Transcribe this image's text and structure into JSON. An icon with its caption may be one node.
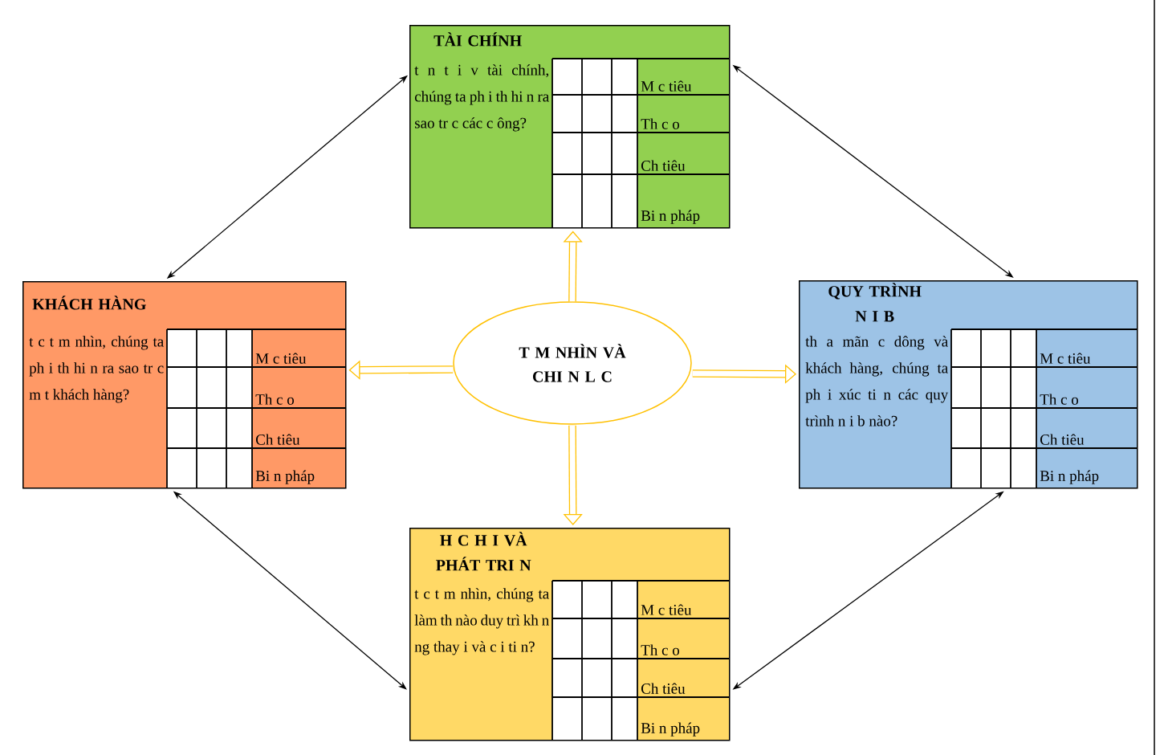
{
  "diagram": {
    "nodes": [
      {
        "text": [
          "TÀI CHÍNH",
          "t n t i v tài chính, chúng ta ph i th hi n ra sao tr c các c ông?",
          "M c tiêu",
          "Th c o",
          "Ch tiêu",
          "Bi n pháp"
        ]
      },
      {
        "text": [
          "KHÁCH HÀNG",
          "t c t m nhìn, chúng ta ph i th hi n ra sao tr c m t khách hàng?",
          "M c tiêu",
          "Th c o",
          "Ch tiêu",
          "Bi n pháp"
        ]
      },
      {
        "text": [
          "T M NHÌN VÀ CHI N L C"
        ]
      },
      {
        "text": [
          "QUY TRÌNH N I B",
          "th a mãn c dông và khách hàng, chúng ta ph i xúc ti n các quy trình n i b nào?",
          "M c tiêu",
          "Th c o",
          "Ch tiêu",
          "Bi n pháp"
        ]
      },
      {
        "text": [
          "H C H I VÀ PHÁT TRI N",
          "t c t m nhìn, chúng ta làm th nào duy trì kh n ng thay i và c i ti n?",
          "M c tiêu",
          "Th c o",
          "Ch tiêu",
          "Bi n pháp"
        ]
      }
    ],
    "edges": [
      {
        "from": 2,
        "to": 0,
        "arrow": "to",
        "style": "thick",
        "color": "#ffc000"
      },
      {
        "from": 2,
        "to": 1,
        "arrow": "to",
        "style": "thick",
        "color": "#ffc000"
      },
      {
        "from": 2,
        "to": 3,
        "arrow": "to",
        "style": "thick",
        "color": "#ffc000"
      },
      {
        "from": 2,
        "to": 4,
        "arrow": "to",
        "style": "thick",
        "color": "#ffc000"
      },
      {
        "from": 0,
        "to": 1,
        "arrow": "both",
        "color": "#000000"
      },
      {
        "from": 0,
        "to": 3,
        "arrow": "both",
        "color": "#000000"
      },
      {
        "from": 1,
        "to": 4,
        "arrow": "both",
        "color": "#000000"
      },
      {
        "from": 3,
        "to": 4,
        "arrow": "both",
        "color": "#000000"
      }
    ]
  }
}
